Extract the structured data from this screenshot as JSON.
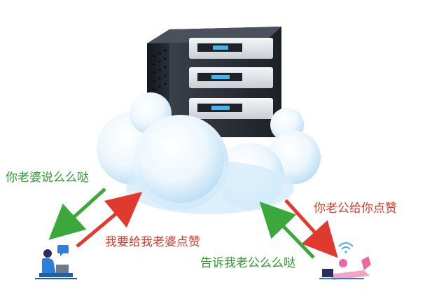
{
  "labels": {
    "left_green": "你老婆说么么哒",
    "left_red": "我要给我老婆点赞",
    "right_red": "你老公给你点赞",
    "right_green": "告诉我老公么么哒"
  },
  "colors": {
    "green_text": "#2f9a2f",
    "red_text": "#d93a2b",
    "green_arrow": "#3aa83a",
    "red_arrow": "#e03a2e",
    "cloud_light": "#ffffff",
    "cloud_shade": "#bfe0f5",
    "server_dark": "#1f232b",
    "server_led": "#3fb6f0"
  },
  "icons": {
    "server": "server-rack-icon",
    "cloud": "cloud-icon",
    "left_person": "person-with-laptop-icon",
    "right_person": "person-lying-with-laptop-icon",
    "wifi": "wifi-icon",
    "chat": "chat-bubble-icon"
  }
}
